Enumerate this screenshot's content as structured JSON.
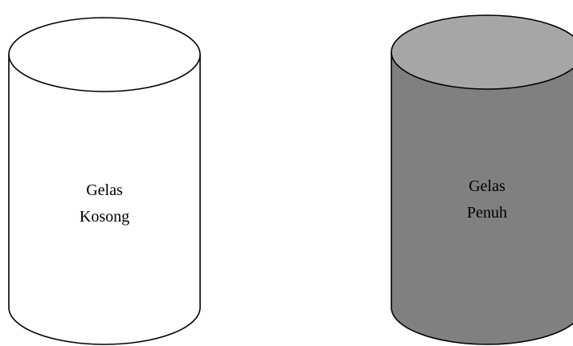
{
  "glasses": [
    {
      "line1": "Gelas",
      "line2": "Kosong",
      "state": "empty",
      "body_color": "#ffffff",
      "top_color": "#ffffff"
    },
    {
      "line1": "Gelas",
      "line2": "Penuh",
      "state": "full",
      "body_color": "#808080",
      "top_color": "#a6a6a6"
    }
  ],
  "outline_color": "#000000"
}
